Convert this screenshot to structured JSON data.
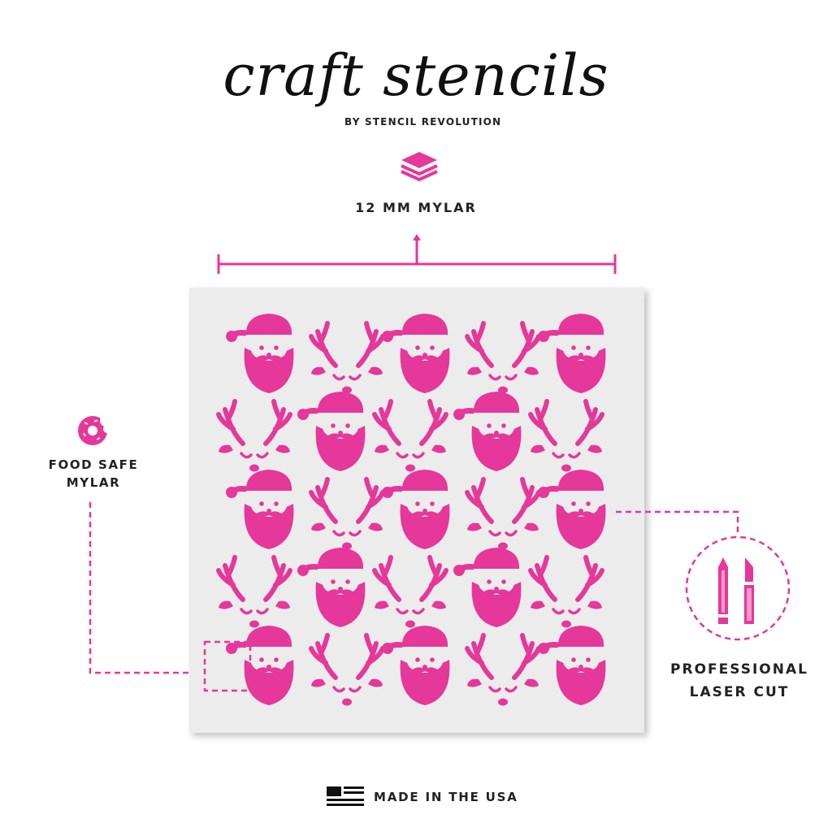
{
  "brand": {
    "title": "craft stencils",
    "subtitle": "BY STENCIL REVOLUTION"
  },
  "features": {
    "thickness": "12 MM MYLAR",
    "food_safe_line1": "FOOD SAFE",
    "food_safe_line2": "MYLAR",
    "laser_line1": "PROFESSIONAL",
    "laser_line2": "LASER CUT",
    "made_in": "MADE IN THE USA"
  },
  "icons": {
    "layers": "layers-icon",
    "food": "donut-icon",
    "laser": "pencil-knife-icon",
    "flag": "flag-icon"
  },
  "stencil": {
    "pattern_rows": [
      [
        "santa",
        "reindeer",
        "santa",
        "reindeer",
        "santa"
      ],
      [
        "reindeer",
        "santa",
        "reindeer",
        "santa",
        "reindeer"
      ],
      [
        "santa",
        "reindeer",
        "santa",
        "reindeer",
        "santa"
      ],
      [
        "reindeer",
        "santa",
        "reindeer",
        "santa",
        "reindeer"
      ],
      [
        "santa",
        "reindeer",
        "santa",
        "reindeer",
        "santa"
      ]
    ]
  },
  "colors": {
    "accent": "#e6379a",
    "sheet": "#ececec",
    "text": "#222222"
  }
}
